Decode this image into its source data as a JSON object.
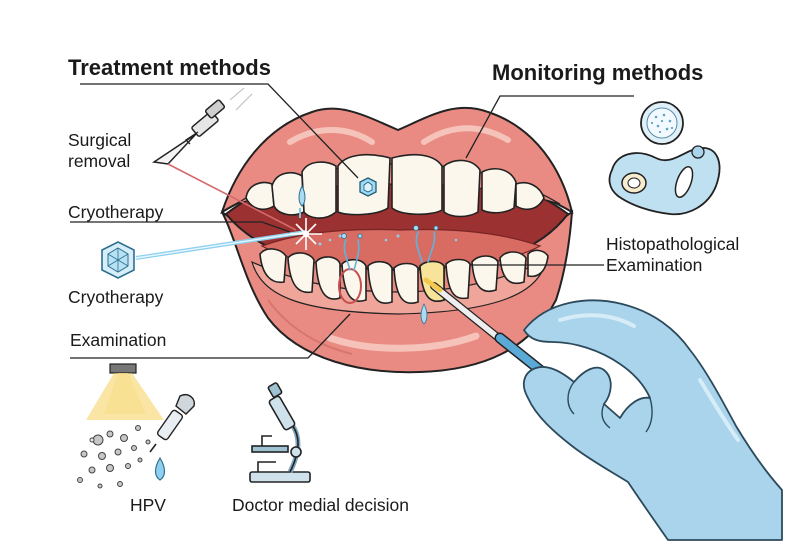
{
  "labels": {
    "treatment_title": "Treatment methods",
    "monitoring_title": "Monitoring methods",
    "surgical_removal": [
      "Surgical",
      "removal"
    ],
    "cryotherapy_top": "Cryotherapy",
    "cryotherapy_bottom": "Cryotherapy",
    "examination": "Examination",
    "histopathological": [
      "Histopathological",
      "Examination"
    ],
    "hpv": "HPV",
    "doctor_decision": "Doctor medial decision"
  },
  "colors": {
    "lip": "#e98b82",
    "lip_dark": "#c9605a",
    "mouth_interior": "#9c3131",
    "tongue": "#d86b62",
    "tooth": "#fbf7ec",
    "glove": "#a9d4ec",
    "glove_outline": "#2c4a5c",
    "ice_blue": "#8fd0ef",
    "light_beam": "#f6cf5a",
    "outline": "#222222"
  },
  "icons": [
    "scalpel-icon",
    "ice-crystal-icon",
    "examination-lamp-icon",
    "dropper-icon",
    "microscope-icon",
    "petri-dish-icon",
    "tissue-sample-icon",
    "gloved-hand-icon"
  ]
}
